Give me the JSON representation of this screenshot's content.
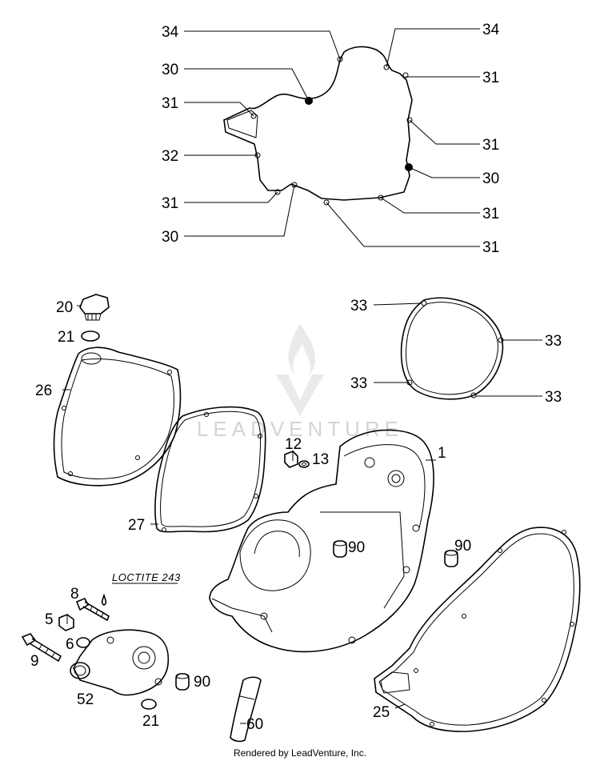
{
  "callouts": {
    "c34a": "34",
    "c34b": "34",
    "c30a": "30",
    "c30b": "30",
    "c30c": "30",
    "c31a": "31",
    "c31b": "31",
    "c31c": "31",
    "c31d": "31",
    "c31e": "31",
    "c31f": "31",
    "c32": "32",
    "c33a": "33",
    "c33b": "33",
    "c33c": "33",
    "c33d": "33",
    "c20": "20",
    "c21a": "21",
    "c21b": "21",
    "c26": "26",
    "c27": "27",
    "c1": "1",
    "c12": "12",
    "c13": "13",
    "c90a": "90",
    "c90b": "90",
    "c90c": "90",
    "c8": "8",
    "c5": "5",
    "c6": "6",
    "c9": "9",
    "c52": "52",
    "c25": "25",
    "c60": "60"
  },
  "note": "LOCTITE 243",
  "watermark": "LEADVENTURE",
  "credit": "Rendered by LeadVenture, Inc.",
  "icons": {
    "watermark": "leadventure-logo-icon"
  }
}
